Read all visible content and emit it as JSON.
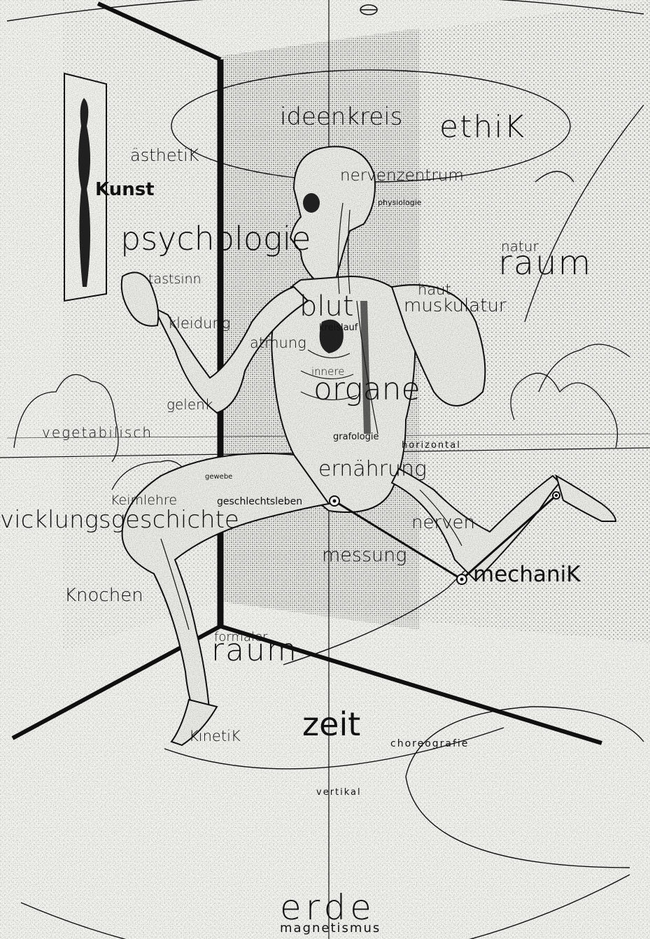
{
  "labels": {
    "ideenkreis": "ideenkreis",
    "ethik": "ethiK",
    "asthetik": "ästhetiK",
    "kunst": "Kunst",
    "nervenzentrum": "nervenzentrum",
    "physiologie": "physiologie",
    "psychologie": "psychologie",
    "natur": "natur",
    "raum_top": "raum",
    "tastsinn": "tastsinn",
    "haut": "haut",
    "muskulatur": "muskulatur",
    "blut": "blut",
    "kleidung": "kleidung",
    "kreislauf": "kreislauf",
    "atmung": "atmung",
    "innere": "innere",
    "organe": "organe",
    "gelenk": "gelenk",
    "vegetabilisch": "vegetabilisch",
    "grafologie": "grafologie",
    "horizontal": "horizontal",
    "gewebe": "gewebe",
    "ernahrung": "ernährung",
    "keimlehre": "Keimlehre",
    "geschlechtsleben": "geschlechtsleben",
    "entwicklungsgeschichte": "vicklungsgeschichte",
    "nerven": "nerven",
    "messung": "messung",
    "mechanik": "mechaniK",
    "knochen": "Knochen",
    "formaler": "formaler",
    "raum_bottom": "raum",
    "zeit": "zeit",
    "kinetik": "KinetiK",
    "choreografie": "choreografie",
    "vertikal": "vertikal",
    "erde": "erde",
    "magnetismus": "magnetismus"
  },
  "colors": {
    "paper": "#f6f6f3",
    "ink": "#111111",
    "shade": "#7a7a76"
  },
  "icons": [
    "joint-marker-icon"
  ]
}
